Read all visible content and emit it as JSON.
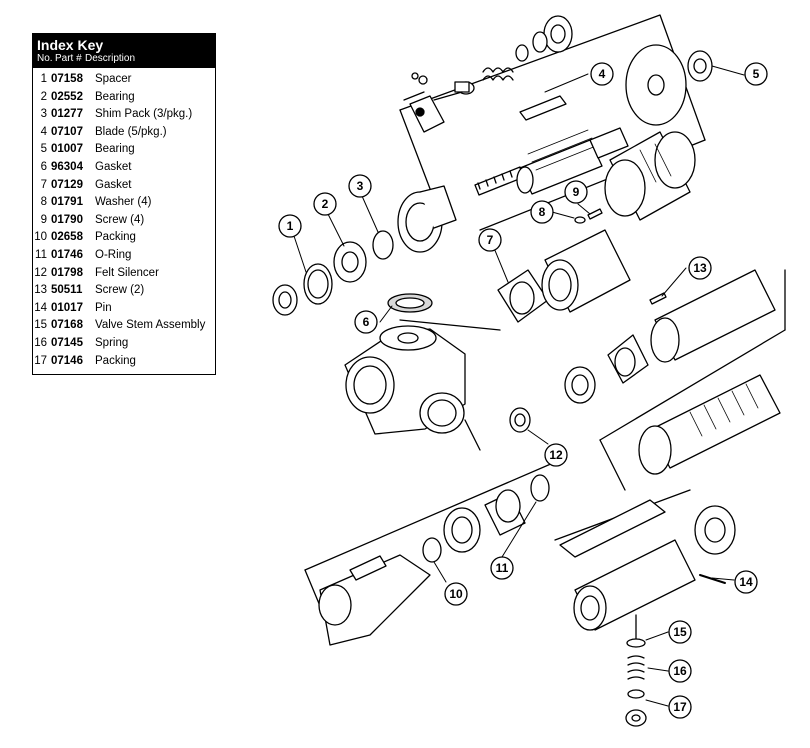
{
  "index_key": {
    "title": "Index Key",
    "columns": {
      "no": "No.",
      "part": "Part #",
      "description": "Description"
    },
    "rows": [
      {
        "no": "1",
        "part": "07158",
        "description": "Spacer"
      },
      {
        "no": "2",
        "part": "02552",
        "description": "Bearing"
      },
      {
        "no": "3",
        "part": "01277",
        "description": "Shim Pack (3/pkg.)"
      },
      {
        "no": "4",
        "part": "07107",
        "description": "Blade (5/pkg.)"
      },
      {
        "no": "5",
        "part": "01007",
        "description": "Bearing"
      },
      {
        "no": "6",
        "part": "96304",
        "description": "Gasket"
      },
      {
        "no": "7",
        "part": "07129",
        "description": "Gasket"
      },
      {
        "no": "8",
        "part": "01791",
        "description": "Washer (4)"
      },
      {
        "no": "9",
        "part": "01790",
        "description": "Screw (4)"
      },
      {
        "no": "10",
        "part": "02658",
        "description": "Packing"
      },
      {
        "no": "11",
        "part": "01746",
        "description": "O-Ring"
      },
      {
        "no": "12",
        "part": "01798",
        "description": "Felt Silencer"
      },
      {
        "no": "13",
        "part": "50511",
        "description": "Screw (2)"
      },
      {
        "no": "14",
        "part": "01017",
        "description": "Pin"
      },
      {
        "no": "15",
        "part": "07168",
        "description": "Valve Stem Assembly"
      },
      {
        "no": "16",
        "part": "07145",
        "description": "Spring"
      },
      {
        "no": "17",
        "part": "07146",
        "description": "Packing"
      }
    ]
  },
  "callouts": [
    "1",
    "2",
    "3",
    "4",
    "5",
    "6",
    "7",
    "8",
    "9",
    "10",
    "11",
    "12",
    "13",
    "14",
    "15",
    "16",
    "17"
  ],
  "colors": {
    "ink": "#000000",
    "paper": "#ffffff",
    "shade": "#d8d8d8"
  }
}
